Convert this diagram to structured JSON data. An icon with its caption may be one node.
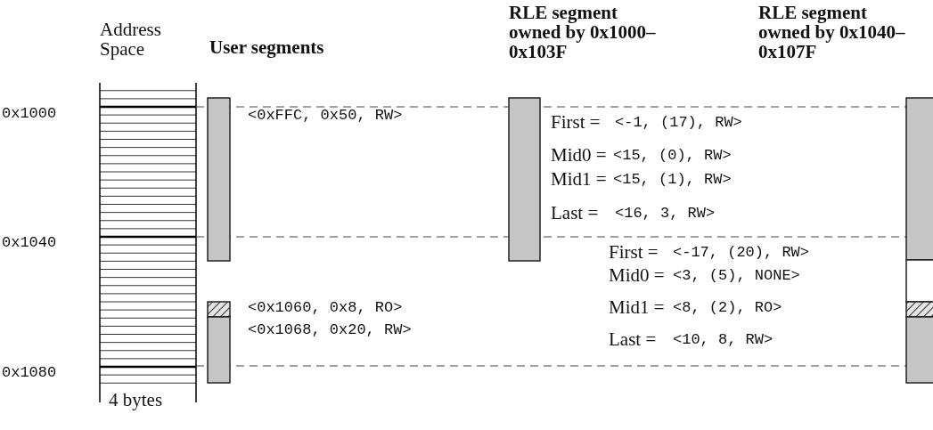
{
  "diagram": {
    "labels": [
      "Address Space",
      "User segments",
      "RLE segment owned by 0x1000–0x103F",
      "RLE segment owned by 0x1040–0x107F",
      "0x1000",
      "<0xFFC, 0x50, RW>",
      "First =",
      "<-1, (17), RW>",
      "Mid0 =",
      "<15, (0), RW>",
      "Mid1 =",
      "<15, (1), RW>",
      "Last =",
      "<16, 3, RW>",
      "0x1040",
      "First =",
      "<-17, (20), RW>",
      "Mid0 =",
      "<3, (5), NONE>",
      "<0x1060, 0x8, RO>",
      "Mid1 =",
      "<8, (2), RO>",
      "<0x1068, 0x20, RW>",
      "Last =",
      "<10, 8, RW>",
      "0x1080",
      "4 bytes"
    ]
  }
}
